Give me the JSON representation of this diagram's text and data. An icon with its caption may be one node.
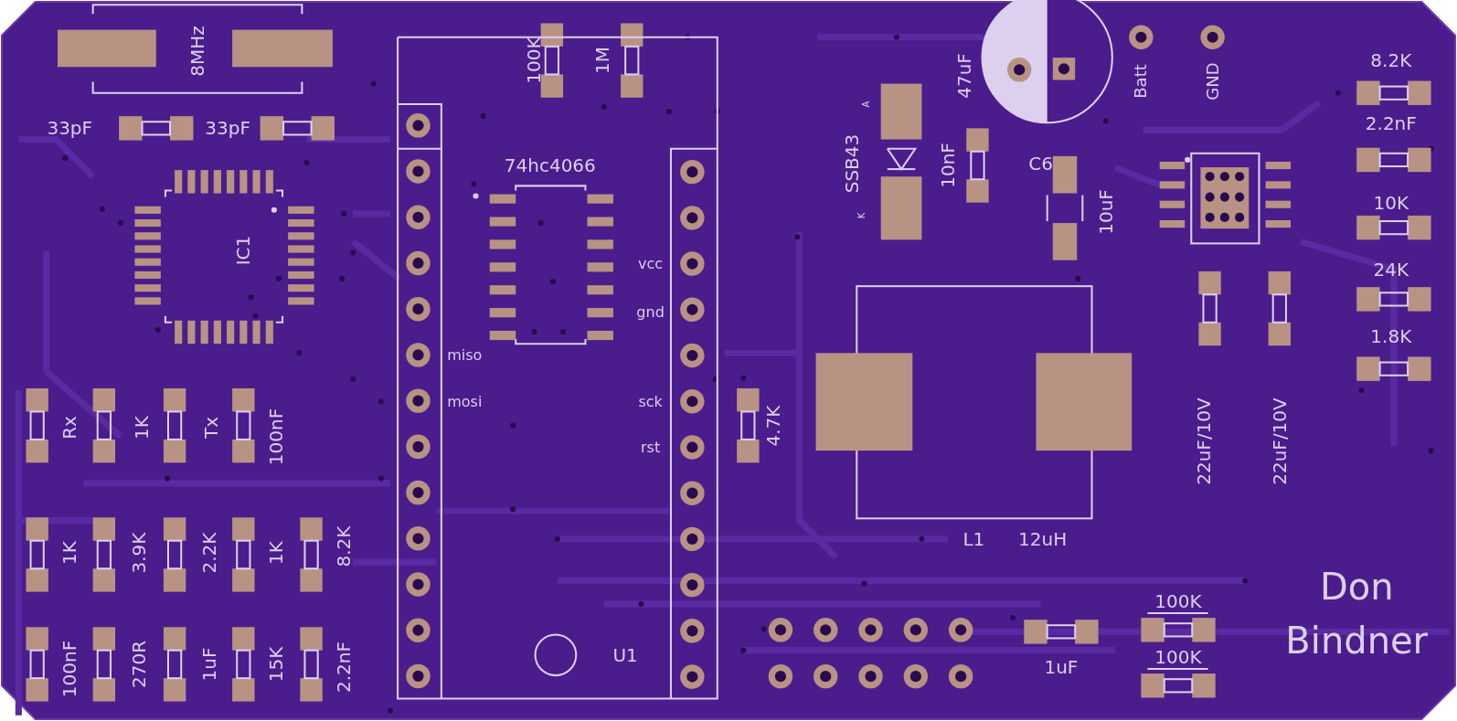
{
  "diagram": {
    "labels": [
      "8MHz",
      "100K",
      "1M",
      "47uF",
      "Batt",
      "GND",
      "8.2K",
      "33pF",
      "33pF",
      "A",
      "2.2nF",
      "74hc4066",
      "SSB43",
      "10nF",
      "C6",
      "K",
      "10uF",
      "10K",
      "IC1",
      "vcc",
      "24K",
      "gnd",
      "1.8K",
      "miso",
      "mosi",
      "sck",
      "Rx",
      "1K",
      "Tx",
      "100nF",
      "rst",
      "4.7K",
      "22uF/10V",
      "22uF/10V",
      "1K",
      "3.9K",
      "2.2K",
      "1K",
      "8.2K",
      "L1",
      "12uH",
      "Don",
      "Bindner",
      "100K",
      "100nF",
      "270R",
      "1uF",
      "15K",
      "2.2nF",
      "U1",
      "1uF",
      "100K"
    ]
  }
}
